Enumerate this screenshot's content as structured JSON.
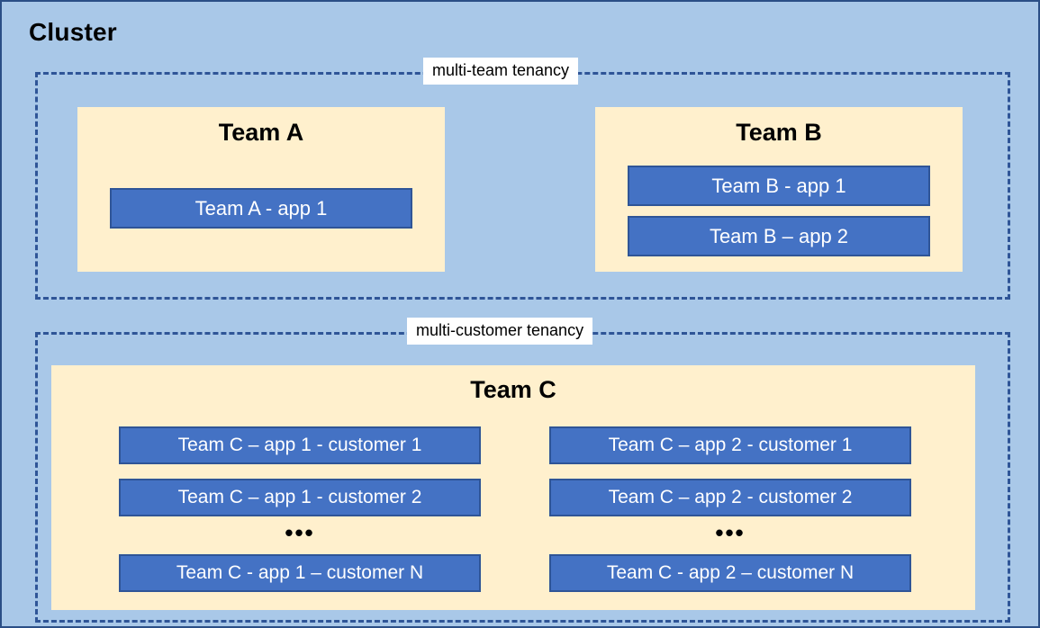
{
  "diagram": {
    "cluster_title": "Cluster",
    "colors": {
      "canvas_background": "#a9c8e8",
      "canvas_border": "#2b4f86",
      "tenancy_border": "#2f5597",
      "team_panel": "#fff0cd",
      "app_fill": "#4472c4",
      "app_border": "#2f5597",
      "app_text": "#ffffff",
      "label_background": "#ffffff"
    },
    "zones": [
      {
        "id": "multi-team",
        "label": "multi-team tenancy",
        "teams": [
          {
            "id": "team-a",
            "title": "Team A",
            "apps": [
              {
                "label": "Team A - app 1"
              }
            ]
          },
          {
            "id": "team-b",
            "title": "Team B",
            "apps": [
              {
                "label": "Team B - app 1"
              },
              {
                "label": "Team B – app 2"
              }
            ]
          }
        ]
      },
      {
        "id": "multi-customer",
        "label": "multi-customer tenancy",
        "teams": [
          {
            "id": "team-c",
            "title": "Team C",
            "columns": [
              {
                "id": "app-1",
                "ellipsis": "•••",
                "apps": [
                  {
                    "label": "Team C – app 1 - customer 1"
                  },
                  {
                    "label": "Team C – app 1 - customer 2"
                  },
                  {
                    "label": "Team C - app 1 – customer N"
                  }
                ]
              },
              {
                "id": "app-2",
                "ellipsis": "•••",
                "apps": [
                  {
                    "label": "Team C – app 2 - customer 1"
                  },
                  {
                    "label": "Team C – app 2 - customer 2"
                  },
                  {
                    "label": "Team C - app 2 – customer N"
                  }
                ]
              }
            ]
          }
        ]
      }
    ]
  }
}
